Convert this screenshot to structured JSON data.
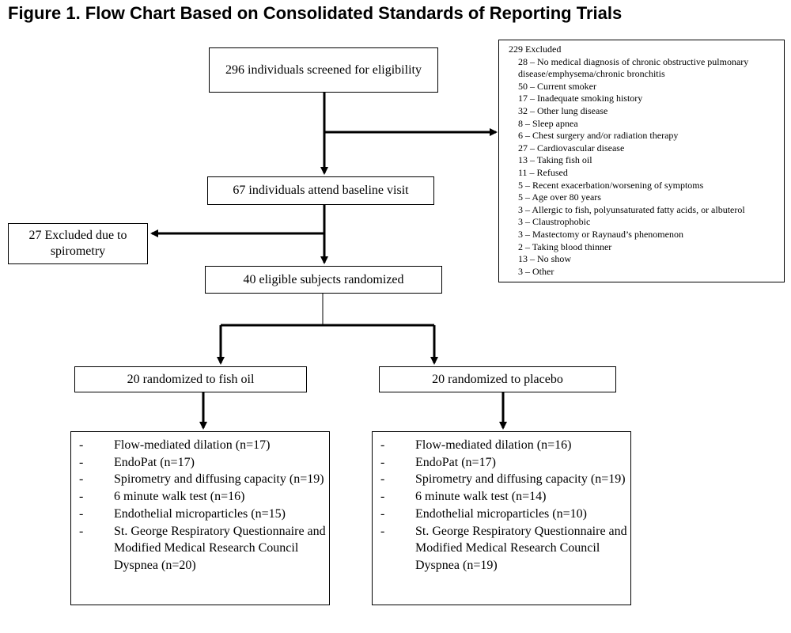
{
  "title": "Figure 1. Flow Chart Based on Consolidated Standards of Reporting Trials",
  "screened": "296 individuals screened for eligibility",
  "excluded_main": {
    "header": "229 Excluded",
    "items": [
      "28 – No medical diagnosis of chronic obstructive pulmonary disease/emphysema/chronic bronchitis",
      "50 – Current smoker",
      "17 – Inadequate smoking history",
      "32 – Other lung disease",
      "8 – Sleep apnea",
      "6 – Chest surgery and/or radiation therapy",
      "27 – Cardiovascular disease",
      "13 – Taking fish oil",
      "11 – Refused",
      "5 – Recent exacerbation/worsening of symptoms",
      "5 – Age over 80 years",
      "3 – Allergic to fish, polyunsaturated fatty acids, or albuterol",
      "3 – Claustrophobic",
      "3 – Mastectomy or Raynaud’s phenomenon",
      "2 – Taking blood thinner",
      "13 – No show",
      "3 – Other"
    ]
  },
  "baseline": "67 individuals attend baseline visit",
  "excluded_spirometry": "27 Excluded due to spirometry",
  "randomized": "40 eligible subjects randomized",
  "fish_oil": {
    "arm": "20 randomized to fish oil",
    "outcomes": [
      "Flow-mediated dilation (n=17)",
      "EndoPat (n=17)",
      "Spirometry and diffusing capacity (n=19)",
      "6 minute walk test (n=16)",
      "Endothelial microparticles (n=15)",
      "St. George Respiratory Questionnaire and Modified Medical Research Council Dyspnea (n=20)"
    ]
  },
  "placebo": {
    "arm": "20 randomized to placebo",
    "outcomes": [
      "Flow-mediated dilation (n=16)",
      "EndoPat (n=17)",
      "Spirometry and diffusing capacity (n=19)",
      "6 minute walk test (n=14)",
      "Endothelial microparticles (n=10)",
      "St. George Respiratory Questionnaire and Modified Medical Research Council Dyspnea (n=19)"
    ]
  },
  "bullet": "-"
}
